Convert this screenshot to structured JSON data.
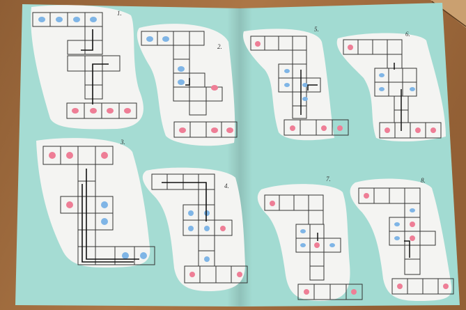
{
  "photo": {
    "table_color": "#a06c3e",
    "page_color": "#a5dcd3",
    "card_color": "#f4f4f2",
    "blue_dot": "#7fb5e6",
    "red_dot": "#ee7e96"
  },
  "puzzles": {
    "p1": "1.",
    "p2": "2.",
    "p3": "3.",
    "p4": "4.",
    "p5": "5.",
    "p6": "6.",
    "p7": "7.",
    "p8": "8."
  }
}
